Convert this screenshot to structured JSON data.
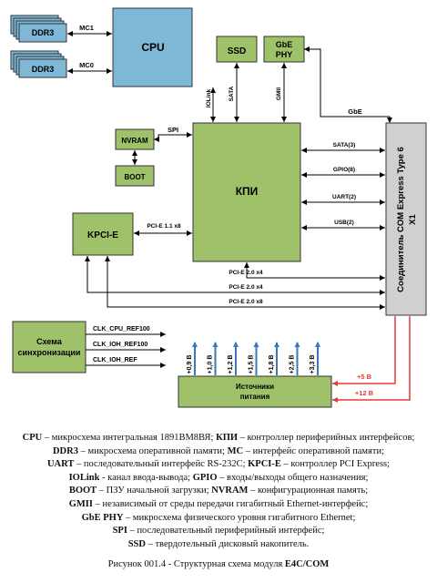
{
  "blocks": {
    "cpu": "CPU",
    "ssd": "SSD",
    "gbe_phy_1": "GbE",
    "gbe_phy_2": "PHY",
    "nvram": "NVRAM",
    "boot": "BOOT",
    "kpi": "КПИ",
    "kpcie": "KPCI-E",
    "ddr3_top": "DDR3",
    "ddr3_bottom": "DDR3",
    "sync_1": "Схема",
    "sync_2": "синхронизации",
    "power_1": "Источники",
    "power_2": "питания",
    "connector_1": "Соединитель COM Express Type 6",
    "connector_2": "X1"
  },
  "links": {
    "mc1": "MC1",
    "mc0": "MC0",
    "iolink": "IOLink",
    "sata": "SATA",
    "gmii": "GMII",
    "gbe": "GbE",
    "spi": "SPI",
    "sata3": "SATA(3)",
    "gpio8": "GPIO(8)",
    "uart2": "UART(2)",
    "usb2": "USB(2)",
    "pcie_x8_kpcie": "PCI-E 1.1 x8",
    "pcie_x4_a": "PCI-E 2.0 x4",
    "pcie_x4_b": "PCI-E 2.0 x4",
    "pcie_x8": "PCI-E 2.0 x8",
    "clk_cpu": "CLK_CPU_REF100",
    "clk_ioh100": "CLK_IOH_REF100",
    "clk_ioh": "CLK_IOH_REF",
    "v5": "+5 В",
    "v12": "+12 В"
  },
  "voltages": [
    "+0,9 В",
    "+1,0 В",
    "+1,2 В",
    "+1,5 В",
    "+1,8 В",
    "+2,5 В",
    "+3,3 В"
  ],
  "legend": [
    [
      {
        "b": "CPU"
      },
      {
        "t": " – микросхема интегральная 1891ВМ8ВЯ; "
      },
      {
        "b": "КПИ"
      },
      {
        "t": " – контроллер периферийных интерфейсов;"
      }
    ],
    [
      {
        "b": "DDR3"
      },
      {
        "t": " – микросхема оперативной памяти; "
      },
      {
        "b": "MC"
      },
      {
        "t": " – интерфейс оперативной памяти;"
      }
    ],
    [
      {
        "b": "UART"
      },
      {
        "t": " – последовательный интерфейс RS-232C; "
      },
      {
        "b": "KPCI-E"
      },
      {
        "t": " – контроллер PCI Express;"
      }
    ],
    [
      {
        "b": "IOLink"
      },
      {
        "t": " - канал ввода-вывода; "
      },
      {
        "b": "GPIO"
      },
      {
        "t": " – входы/выходы общего назначения;"
      }
    ],
    [
      {
        "b": "BOOT"
      },
      {
        "t": " – ПЗУ начальной загрузки; "
      },
      {
        "b": "NVRAM"
      },
      {
        "t": " – конфигурационная память;"
      }
    ],
    [
      {
        "b": "GMII"
      },
      {
        "t": " – независимый от среды передачи гигабитный Ethernet-интерфейс;"
      }
    ],
    [
      {
        "b": "GbE PHY"
      },
      {
        "t": " – микросхема физического уровня гигабитного Ethernet;"
      }
    ],
    [
      {
        "b": "SPI"
      },
      {
        "t": " – последовательный периферийный интерфейс;"
      }
    ],
    [
      {
        "b": "SSD"
      },
      {
        "t": " – твердотельный дисковый накопитель."
      }
    ]
  ],
  "caption": {
    "text": "Рисунок 001.4 - Структурная схема модуля ",
    "bold": "E4C/COM"
  },
  "colors": {
    "green": "#9fc16a",
    "cyan": "#7fb8d6",
    "connector": "#d0d0d0",
    "arrow_blue": "#3a78b8",
    "power_red": "#e33b3b"
  }
}
